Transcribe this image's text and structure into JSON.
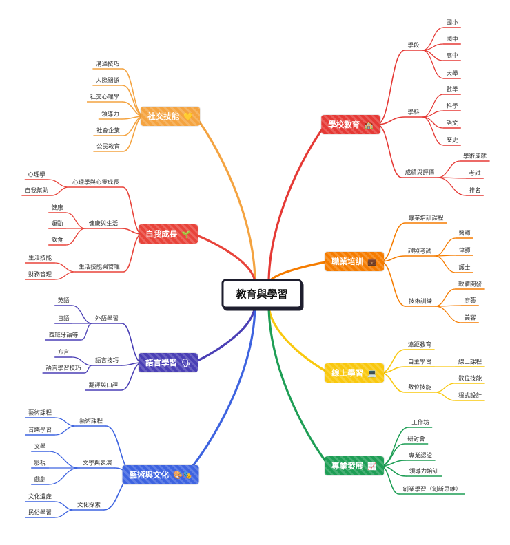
{
  "root": "教育與學習",
  "branches": [
    {
      "id": "school",
      "label": "學校教育",
      "icon": "🏫",
      "icon_name": "school-icon",
      "color": "#e53935",
      "children": [
        {
          "label": "學段",
          "children": [
            "國小",
            "國中",
            "高中",
            "大學"
          ]
        },
        {
          "label": "學科",
          "children": [
            "數學",
            "科學",
            "語文",
            "歷史"
          ]
        },
        {
          "label": "成績與評價",
          "children": [
            "學術成就",
            "考試",
            "排名"
          ]
        }
      ]
    },
    {
      "id": "vocational",
      "label": "職業培訓",
      "icon": "💼",
      "icon_name": "briefcase-icon",
      "color": "#f57c00",
      "children": [
        {
          "label": "專業培訓課程",
          "children": []
        },
        {
          "label": "證照考試",
          "children": [
            "醫師",
            "律師",
            "護士"
          ]
        },
        {
          "label": "技術訓練",
          "children": [
            "軟體開發",
            "廚藝",
            "美容"
          ]
        }
      ]
    },
    {
      "id": "online",
      "label": "線上學習",
      "icon": "💻",
      "icon_name": "laptop-icon",
      "color": "#f9c80e",
      "children": [
        {
          "label": "遠距教育",
          "children": []
        },
        {
          "label": "自主學習",
          "children": [
            "線上課程"
          ]
        },
        {
          "label": "數位技能",
          "children": [
            "數位技能",
            "程式設計"
          ]
        }
      ]
    },
    {
      "id": "professional",
      "label": "專業發展",
      "icon": "📈",
      "icon_name": "chart-up-icon",
      "color": "#1e9e55",
      "children": [
        {
          "label": "工作坊",
          "children": []
        },
        {
          "label": "研討會",
          "children": []
        },
        {
          "label": "專業認證",
          "children": []
        },
        {
          "label": "領導力培訓",
          "children": []
        },
        {
          "label": "創業學習（創新思維）",
          "children": []
        }
      ]
    },
    {
      "id": "social",
      "label": "社交技能",
      "icon": "💛",
      "icon_name": "heart-icon",
      "color": "#f4a340",
      "children": [
        {
          "label": "溝通技巧",
          "children": []
        },
        {
          "label": "人際關係",
          "children": []
        },
        {
          "label": "社交心理學",
          "children": []
        },
        {
          "label": "領導力",
          "children": []
        },
        {
          "label": "社會企業",
          "children": []
        },
        {
          "label": "公民教育",
          "children": []
        }
      ]
    },
    {
      "id": "growth",
      "label": "自我成長",
      "icon": "🌱",
      "icon_name": "sprout-icon",
      "color": "#e8433a",
      "children": [
        {
          "label": "心理學與心靈成長",
          "children": [
            "心理學",
            "自我幫助"
          ]
        },
        {
          "label": "健康與生活",
          "children": [
            "健康",
            "運動",
            "飲食"
          ]
        },
        {
          "label": "生活技能與管理",
          "children": [
            "生活技能",
            "財務管理"
          ]
        }
      ]
    },
    {
      "id": "language",
      "label": "語言學習",
      "icon": "🗣",
      "icon_name": "speaking-head-icon",
      "color": "#4a3fb5",
      "children": [
        {
          "label": "外語學習",
          "children": [
            "英語",
            "日語",
            "西班牙語等"
          ]
        },
        {
          "label": "語言技巧",
          "children": [
            "方言",
            "語言學習技巧"
          ]
        },
        {
          "label": "翻譯與口譯",
          "children": []
        }
      ]
    },
    {
      "id": "arts",
      "label": "藝術與文化",
      "icon": "🎨🎭",
      "icon_name": "palette-masks-icon",
      "color": "#3d63e0",
      "children": [
        {
          "label": "藝術課程",
          "children": [
            "藝術課程",
            "音樂學習"
          ]
        },
        {
          "label": "文學與表演",
          "children": [
            "文學",
            "影視",
            "戲劇"
          ]
        },
        {
          "label": "文化探索",
          "children": [
            "文化遺產",
            "民俗學習"
          ]
        }
      ]
    }
  ]
}
